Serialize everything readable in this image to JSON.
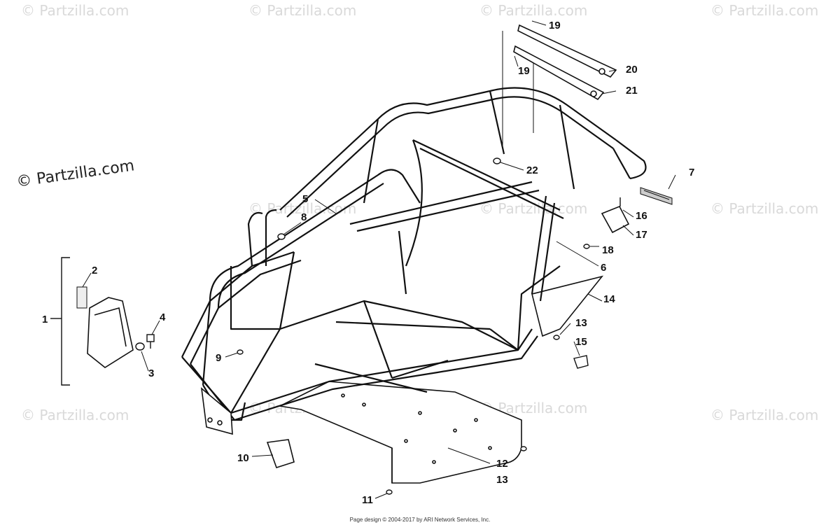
{
  "watermark": {
    "text": "© Partzilla.com"
  },
  "brand": {
    "text": "© Partzilla.com"
  },
  "footer": {
    "text": "Page design © 2004-2017 by ARI Network Services, Inc."
  },
  "callouts": [
    "1",
    "2",
    "3",
    "4",
    "5",
    "6",
    "7",
    "8",
    "9",
    "10",
    "11",
    "12",
    "13",
    "13",
    "14",
    "15",
    "16",
    "17",
    "18",
    "19",
    "19",
    "20",
    "21",
    "22"
  ]
}
